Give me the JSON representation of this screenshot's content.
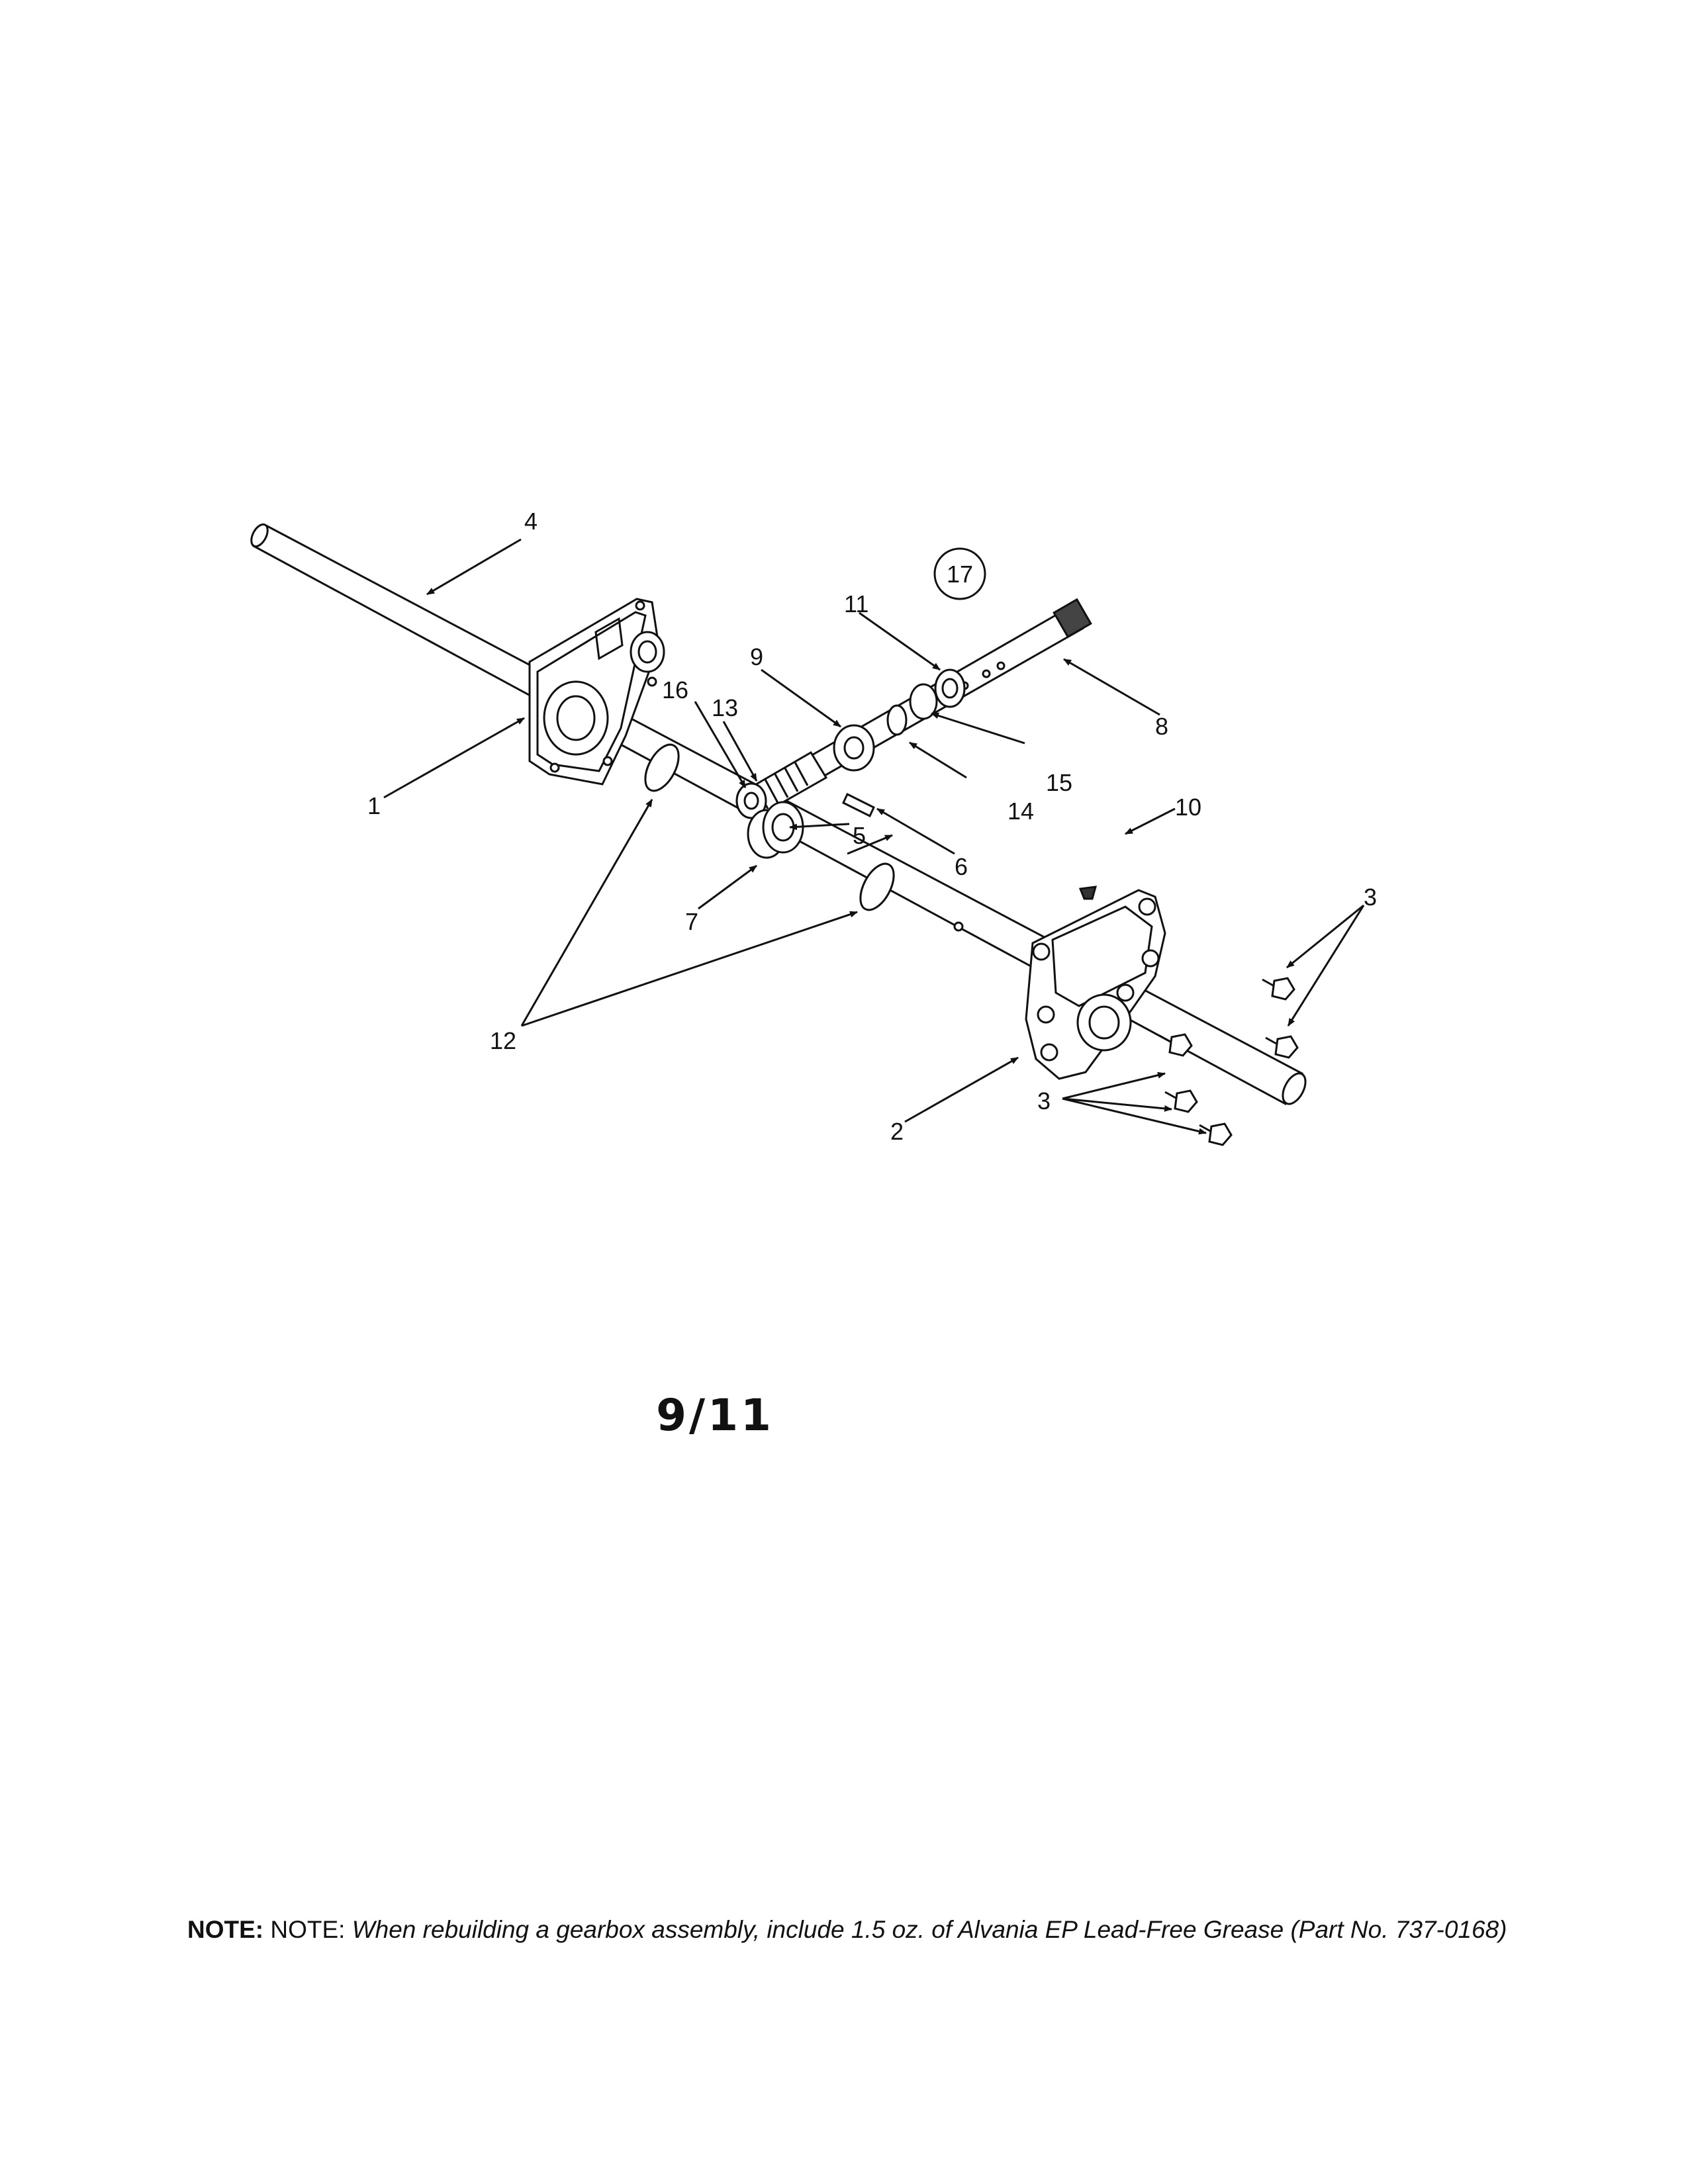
{
  "callouts": [
    "1",
    "2",
    "3",
    "3",
    "4",
    "5",
    "6",
    "7",
    "8",
    "9",
    "10",
    "11",
    "12",
    "13",
    "14",
    "15",
    "16",
    "17"
  ],
  "page_number": "9/11",
  "note": {
    "label": "NOTE:",
    "prefix": "NOTE:",
    "text": "When rebuilding a gearbox assembly, include 1.5 oz. of Alvania EP Lead-Free Grease (Part No. 737-0168)"
  }
}
